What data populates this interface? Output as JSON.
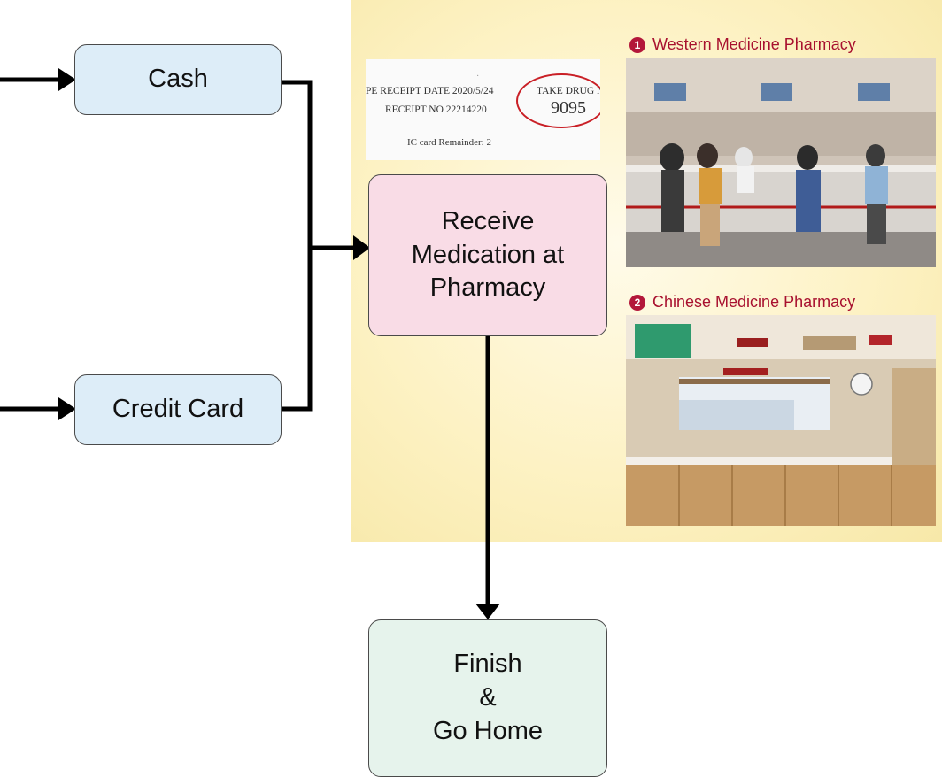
{
  "nodes": {
    "cash": "Cash",
    "credit_card": "Credit Card",
    "receive": "Receive\nMedication at\nPharmacy",
    "finish": "Finish\n&\nGo Home"
  },
  "receipt": {
    "line1_left": "PE  RECEIPT DATE  2020/5/24",
    "line2": "RECEIPT NO     22214220",
    "take_drug_label": "TAKE DRUG NO",
    "take_drug_number": "9095",
    "ic_card": "IC card Remainder:  2"
  },
  "captions": {
    "western_badge": "1",
    "western": "Western Medicine Pharmacy",
    "chinese_badge": "2",
    "chinese": "Chinese Medicine Pharmacy"
  },
  "colors": {
    "panel_bg": "#fdf2c4",
    "payment_box": "#ddedf8",
    "receive_box": "#f9dce6",
    "finish_box": "#e6f3ec",
    "caption_red": "#a8112f",
    "receipt_circle": "#c91f26"
  }
}
